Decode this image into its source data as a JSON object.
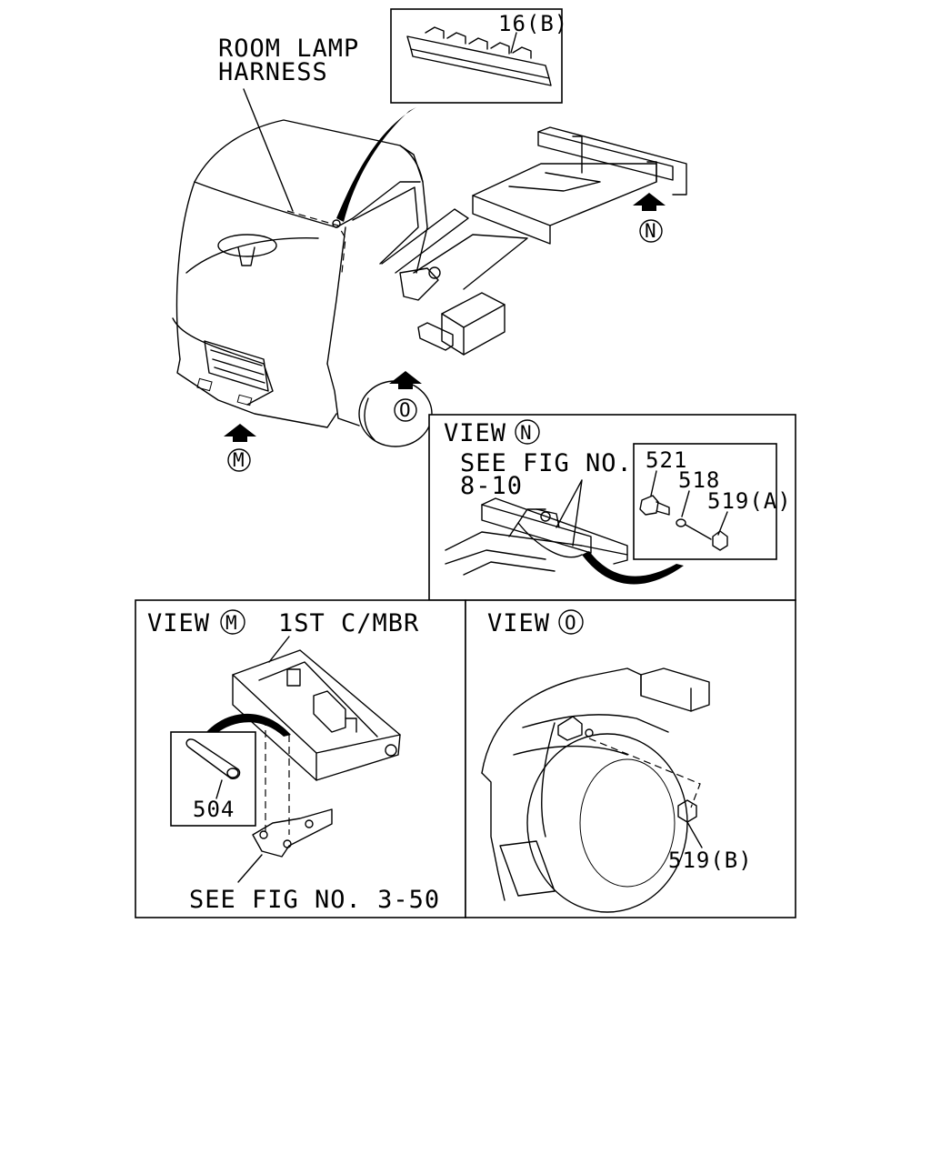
{
  "labels": {
    "room_lamp_line1": "ROOM LAMP",
    "room_lamp_line2": "HARNESS",
    "part_16b": "16(B)",
    "view_n_prefix": "VIEW",
    "view_n_letter": "N",
    "see_fig_line1": "SEE FIG NO.",
    "see_fig_line2": "8-10",
    "part_521": "521",
    "part_518": "518",
    "part_519a": "519(A)",
    "view_m_prefix": "VIEW",
    "view_m_letter": "M",
    "first_crossmember": "1ST C/MBR",
    "part_504": "504",
    "see_fig_350": "SEE FIG NO. 3-50",
    "view_o_prefix": "VIEW",
    "view_o_letter": "O",
    "part_519b": "519(B)",
    "arrow_m": "M",
    "arrow_n": "N",
    "arrow_o": "O"
  }
}
